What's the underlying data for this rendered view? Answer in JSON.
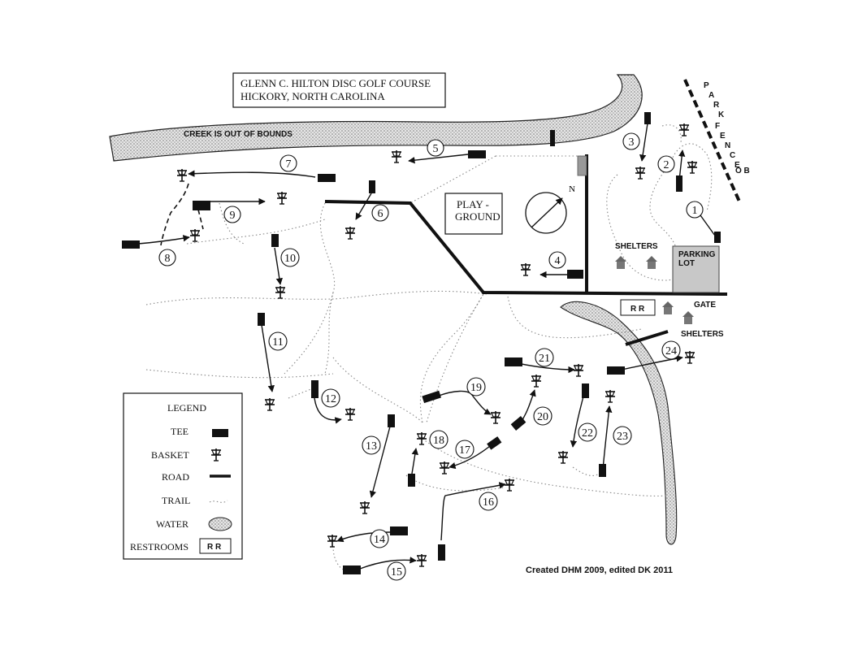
{
  "title": {
    "line1": "GLENN C. HILTON DISC GOLF COURSE",
    "line2": "HICKORY, NORTH CAROLINA"
  },
  "creek_label": "CREEK IS OUT OF BOUNDS",
  "park_fence": {
    "letters": [
      "P",
      "A",
      "R",
      "K",
      "F",
      "E",
      "N",
      "C",
      "E"
    ],
    "ob": "O B"
  },
  "north_label": "N",
  "playground": [
    "PLAY -",
    "GROUND"
  ],
  "shelters_label": "SHELTERS",
  "parking": [
    "PARKING",
    "LOT"
  ],
  "rr_label": "R R",
  "gate_label": "GATE",
  "holes": [
    "1",
    "2",
    "3",
    "4",
    "5",
    "6",
    "7",
    "8",
    "9",
    "10",
    "11",
    "12",
    "13",
    "14",
    "15",
    "16",
    "17",
    "18",
    "19",
    "20",
    "21",
    "22",
    "23",
    "24"
  ],
  "legend": {
    "title": "LEGEND",
    "tee": "TEE",
    "basket": "BASKET",
    "road": "ROAD",
    "trail": "TRAIL",
    "water": "WATER",
    "restrooms": "RESTROOMS",
    "rr": "R R"
  },
  "credit": "Created DHM 2009, edited DK 2011",
  "colors": {
    "ink": "#111111",
    "water": "#d0d0d0",
    "trail": "#888888",
    "parking": "#c8c8c8"
  }
}
